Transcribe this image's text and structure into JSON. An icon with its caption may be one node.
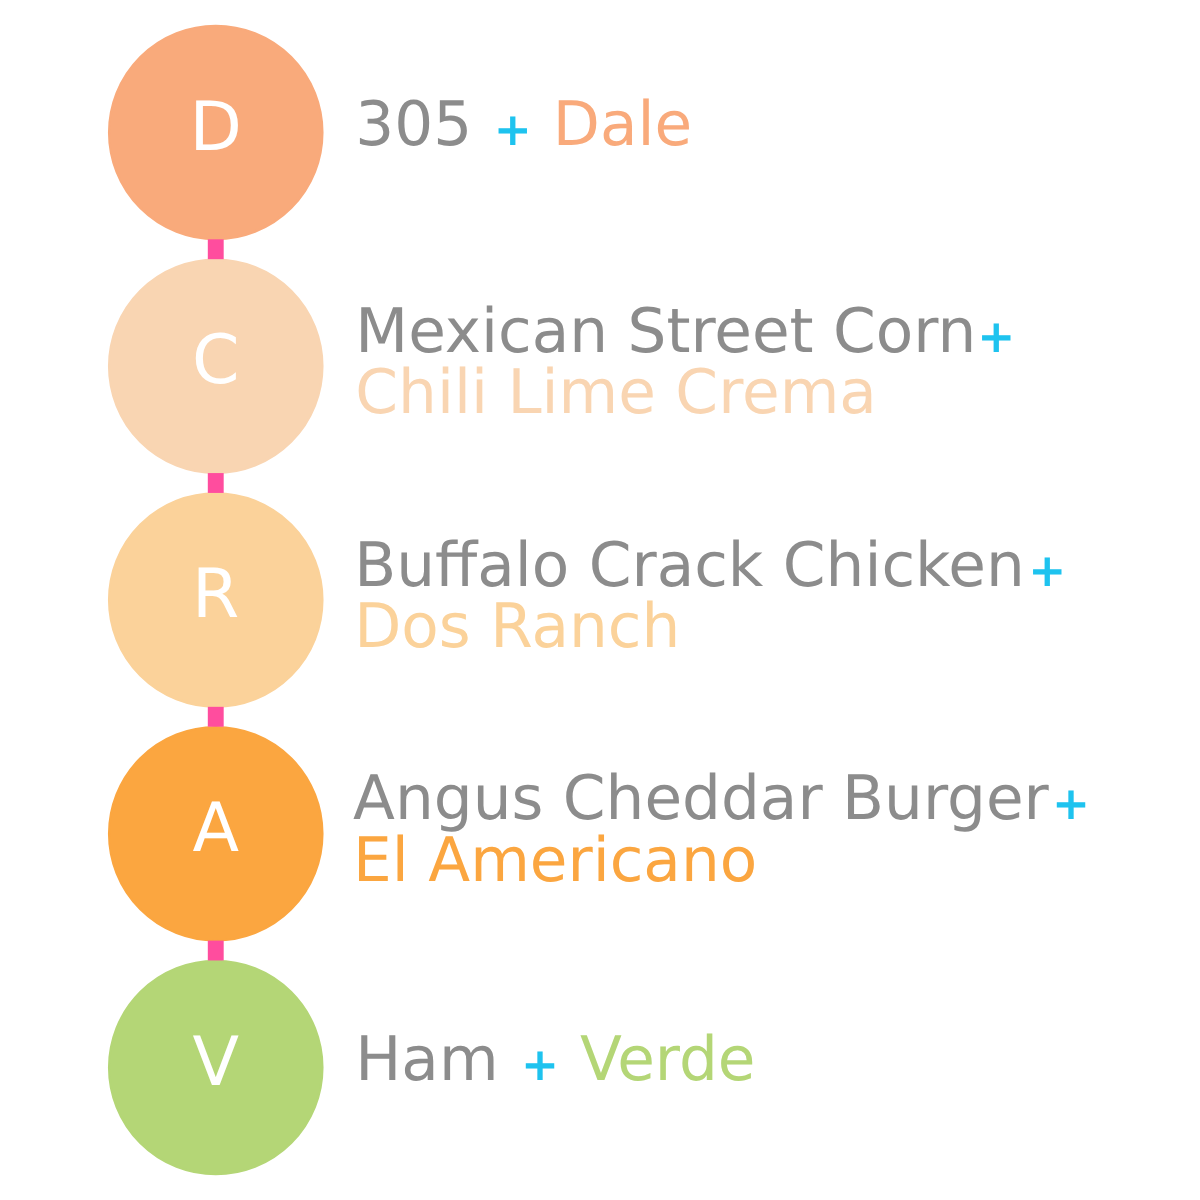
{
  "diagram": {
    "nodes": [
      {
        "text": [
          "D"
        ],
        "beside": [
          "305",
          "+",
          "Dale"
        ]
      },
      {
        "text": [
          "C"
        ],
        "beside": [
          "Mexican Street Corn",
          "+",
          "Chili Lime Crema"
        ]
      },
      {
        "text": [
          "R"
        ],
        "beside": [
          "Buffalo Crack Chicken",
          "+",
          "Dos Ranch"
        ]
      },
      {
        "text": [
          "A"
        ],
        "beside": [
          "Angus Cheddar Burger",
          "+",
          "El Americano"
        ]
      },
      {
        "text": [
          "V"
        ],
        "beside": [
          "Ham",
          "+",
          "Verde"
        ]
      }
    ],
    "edges": [
      {
        "from": 0,
        "to": 1,
        "arrow": "none"
      },
      {
        "from": 1,
        "to": 2,
        "arrow": "none"
      },
      {
        "from": 2,
        "to": 3,
        "arrow": "none"
      },
      {
        "from": 3,
        "to": 4,
        "arrow": "none"
      }
    ]
  }
}
